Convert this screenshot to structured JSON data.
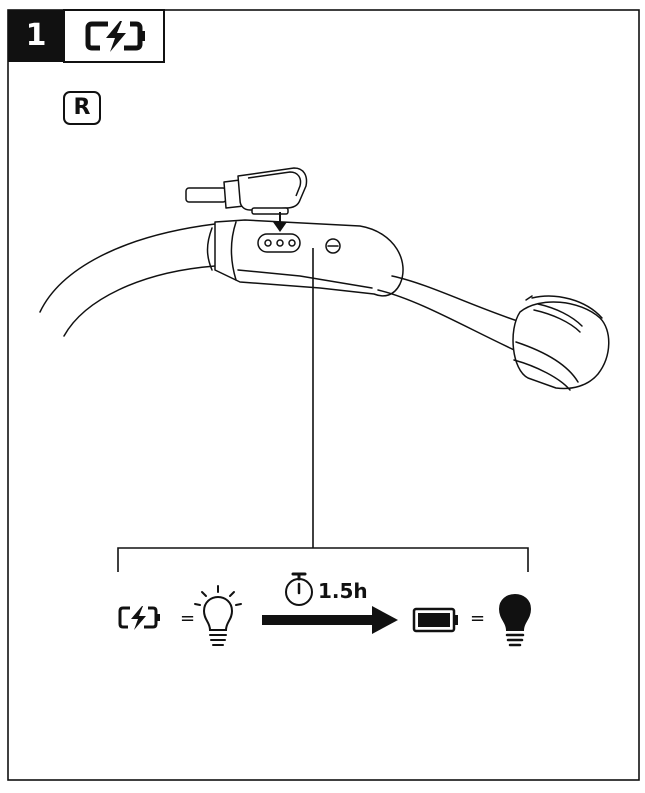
{
  "header": {
    "step_number": "1",
    "mode_icon": "battery-charging-icon"
  },
  "side_badge": {
    "label": "R"
  },
  "product": {
    "name_icon": "bone-conduction-headphones-illustration",
    "connector_icon": "magnetic-charging-cable-icon"
  },
  "legend": {
    "charging_icon": "battery-charging-icon",
    "equals_1": "=",
    "light_on_icon": "light-bulb-on-icon",
    "timer_icon": "stopwatch-icon",
    "duration": "1.5h",
    "arrow_icon": "right-arrow-icon",
    "full_icon": "battery-full-icon",
    "equals_2": "=",
    "light_off_icon": "light-bulb-solid-icon"
  }
}
